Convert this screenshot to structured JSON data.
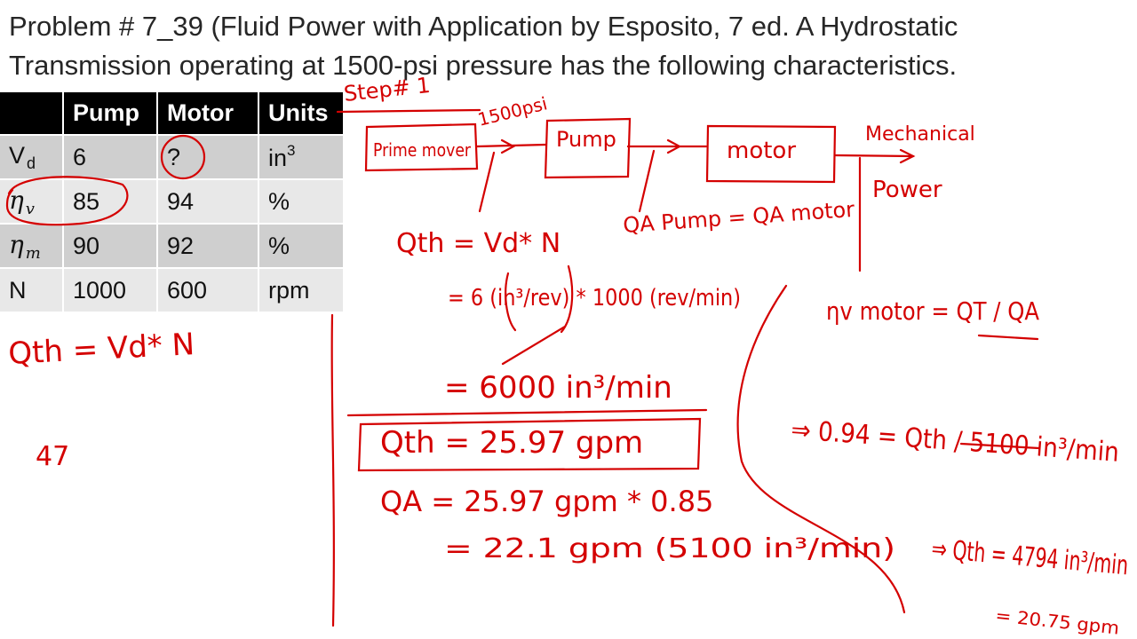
{
  "header": {
    "line1": "Problem # 7_39 (Fluid Power with Application by Esposito, 7 ed. A Hydrostatic",
    "line2": "Transmission operating at 1500-psi pressure has the following characteristics."
  },
  "table": {
    "headers": [
      "",
      "Pump",
      "Motor",
      "Units"
    ],
    "rows": [
      {
        "symbol": "V",
        "sub": "d",
        "pump": "6",
        "motor": "?",
        "unit": "in",
        "unit_sup": "3"
      },
      {
        "symbol": "η",
        "sub": "v",
        "pump": "85",
        "motor": "94",
        "unit": "%"
      },
      {
        "symbol": "η",
        "sub": "m",
        "pump": "90",
        "motor": "92",
        "unit": "%"
      },
      {
        "symbol": "N",
        "sub": "",
        "pump": "1000",
        "motor": "600",
        "unit": "rpm"
      }
    ]
  },
  "annotations": {
    "ink_color": "#d40000",
    "step": "Step# 1",
    "pressure": "1500psi",
    "prime_mover": "Prime mover",
    "pump_box": "Pump",
    "motor_box": "motor",
    "mechanical": "Mechanical",
    "power": "Power",
    "q_pump_eq": "QA Pump = QA motor",
    "left_eq": "Qth = Vd* N",
    "left_num": "47",
    "eq1": "Qth = Vd* N",
    "eq2": "= 6 (in³/rev) * 1000 (rev/min)",
    "eq3": "= 6000 in³/min",
    "eq4": "Qth = 25.97 gpm",
    "eq5": "QA = 25.97 gpm * 0.85",
    "eq6": "= 22.1 gpm (5100 in³/min)",
    "eta_eq": "ηv motor = QT / QA",
    "eq7": "⇒ 0.94 = Qth / 5100 in³/min",
    "eq8": "⇒ Qth = 4794 in³/min",
    "eq9": "= 20.75 gpm"
  }
}
